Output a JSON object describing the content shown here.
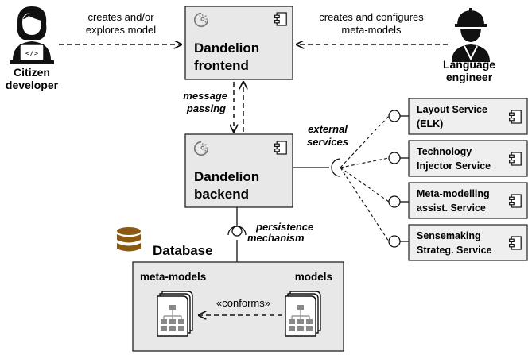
{
  "actors": {
    "citizen": {
      "label_line1": "Citizen",
      "label_line2": "developer",
      "icon": "developer-laptop-icon"
    },
    "engineer": {
      "label_line1": "Language",
      "label_line2": "engineer",
      "icon": "worker-helmet-icon"
    }
  },
  "edges": {
    "citizen_to_frontend_line1": "creates and/or",
    "citizen_to_frontend_line2": "explores model",
    "engineer_to_frontend_line1": "creates and configures",
    "engineer_to_frontend_line2": "meta-models",
    "message_passing_line1": "message",
    "message_passing_line2": "passing",
    "external_services_line1": "external",
    "external_services_line2": "services",
    "persistence_line1": "persistence",
    "persistence_line2": "mechanism",
    "conforms": "«conforms»"
  },
  "components": {
    "frontend": {
      "line1": "Dandelion",
      "line2": "frontend"
    },
    "backend": {
      "line1": "Dandelion",
      "line2": "backend"
    }
  },
  "services": [
    {
      "line1": "Layout Service",
      "line2": "(ELK)"
    },
    {
      "line1": "Technology",
      "line2": "Injector Service"
    },
    {
      "line1": "Meta-modelling",
      "line2": "assist. Service"
    },
    {
      "line1": "Sensemaking",
      "line2": "Strateg. Service"
    }
  ],
  "database": {
    "title": "Database",
    "meta_models_label": "meta-models",
    "models_label": "models",
    "icon": "database-icon"
  },
  "colors": {
    "component_fill": "#e8e8e8",
    "database_icon": "#8a5a12",
    "border": "#222222"
  }
}
